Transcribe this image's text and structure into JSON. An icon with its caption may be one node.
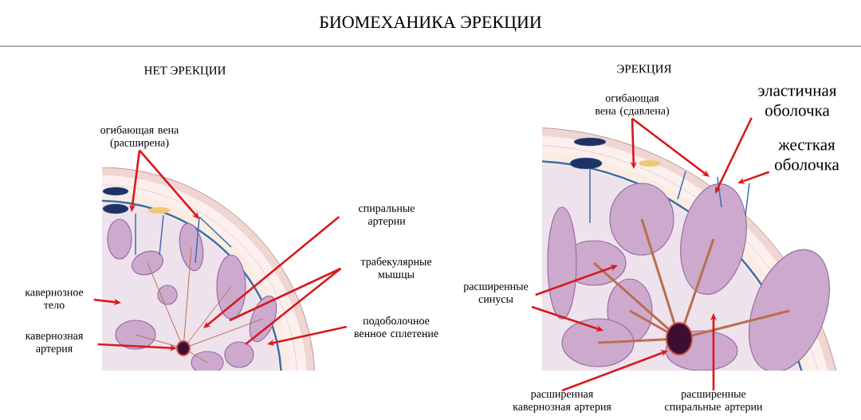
{
  "diagram": {
    "title": "БИОМЕХАНИКА ЭРЕКЦИИ",
    "nodes": [
      {
        "text": [
          "огибающая вена (расширена)"
        ]
      },
      {
        "text": [
          "спиральные артерии"
        ]
      },
      {
        "text": [
          "трабекулярные мышцы"
        ]
      },
      {
        "text": [
          "подоболочное венное сплетение"
        ]
      },
      {
        "text": [
          "кавернозное тело"
        ]
      },
      {
        "text": [
          "кавернозная артерия"
        ]
      },
      {
        "text": [
          "огибающая вена (сдавлена)"
        ]
      },
      {
        "text": [
          "эластичная оболочка"
        ]
      },
      {
        "text": [
          "жесткая оболочка"
        ]
      },
      {
        "text": [
          "расширенные синусы"
        ]
      },
      {
        "text": [
          "расширенная кавернозная артерия"
        ]
      },
      {
        "text": [
          "расширенные спиральные артерии"
        ]
      }
    ],
    "edges": [
      {
        "from": 0,
        "to": null,
        "arrow": "to"
      },
      {
        "from": 0,
        "to": null,
        "arrow": "to"
      },
      {
        "from": 1,
        "to": null,
        "arrow": "to"
      },
      {
        "from": 2,
        "to": null,
        "arrow": "none"
      },
      {
        "from": 2,
        "to": null,
        "arrow": "none"
      },
      {
        "from": 3,
        "to": null,
        "arrow": "to"
      },
      {
        "from": 4,
        "to": null,
        "arrow": "to"
      },
      {
        "from": 5,
        "to": null,
        "arrow": "to"
      },
      {
        "from": 6,
        "to": null,
        "arrow": "to"
      },
      {
        "from": 6,
        "to": null,
        "arrow": "to"
      },
      {
        "from": 7,
        "to": null,
        "arrow": "to"
      },
      {
        "from": 8,
        "to": null,
        "arrow": "to"
      },
      {
        "from": 9,
        "to": null,
        "arrow": "to"
      },
      {
        "from": 9,
        "to": null,
        "arrow": "to"
      },
      {
        "from": 10,
        "to": null,
        "arrow": "to"
      },
      {
        "from": 11,
        "to": null,
        "arrow": "to"
      }
    ],
    "labels": [
      "НЕТ ЭРЕКЦИИ",
      "ЭРЕКЦИЯ"
    ]
  }
}
